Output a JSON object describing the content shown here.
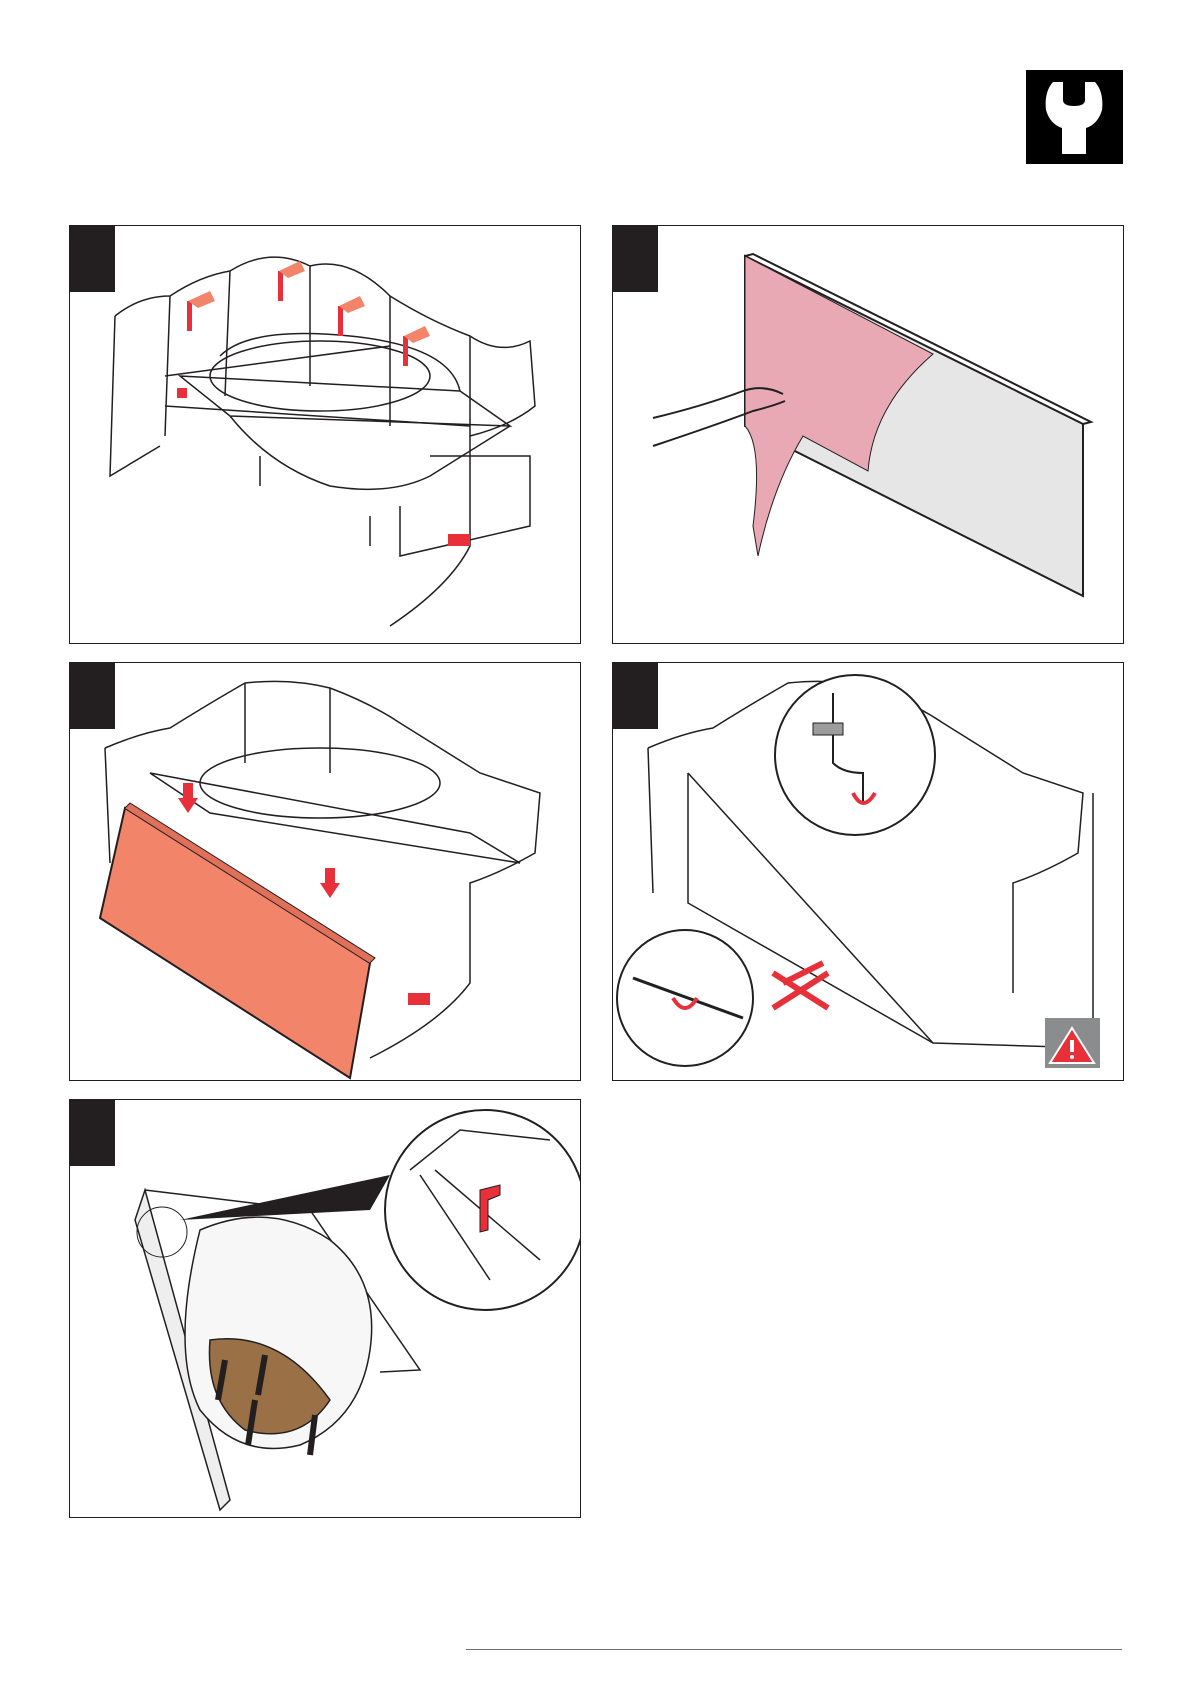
{
  "header": {
    "badge_icon": "wrench-icon"
  },
  "steps": [
    {
      "number": "",
      "illustration": "bathtub-support-brackets"
    },
    {
      "number": "",
      "illustration": "panel-peel-film"
    },
    {
      "number": "",
      "illustration": "panel-lift-into-place"
    },
    {
      "number": "",
      "illustration": "panel-secure-clips"
    },
    {
      "number": "",
      "illustration": "tub-underside-feet"
    }
  ],
  "warning_icon": "warning-triangle-icon",
  "colors": {
    "accent": "#e8303a",
    "panel": "#f2846a",
    "film": "#e9a9b4",
    "feet": "#9a7046",
    "dark": "#231f20"
  },
  "footer": {
    "page_number": ""
  }
}
